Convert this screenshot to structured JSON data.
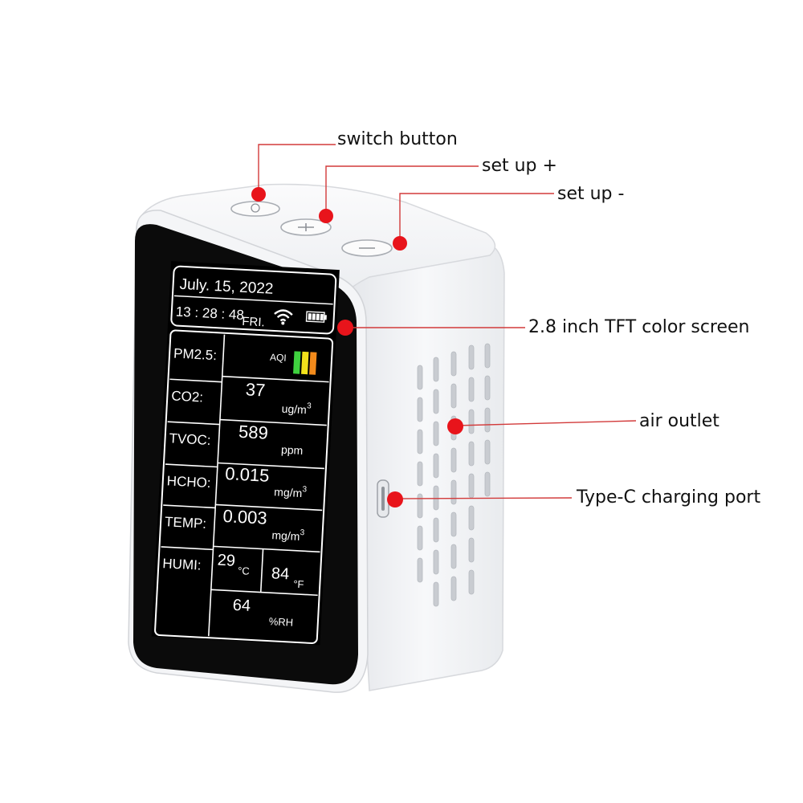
{
  "callouts": {
    "switch_button": "switch button",
    "set_up_plus": "set up  +",
    "set_up_minus": "set up -",
    "screen": "2.8 inch TFT color screen",
    "air_outlet": "air outlet",
    "type_c": "Type-C charging port"
  },
  "screen": {
    "date": "July. 15,  2022",
    "time": "13 : 28 : 48",
    "weekday": "FRI.",
    "aqi_label": "AQI",
    "rows": {
      "pm25": {
        "label": "PM2.5:",
        "value": "37",
        "unit": "ug/m",
        "unit_sup": "3"
      },
      "co2": {
        "label": "CO2:",
        "value": "589",
        "unit": "ppm"
      },
      "tvoc": {
        "label": "TVOC:",
        "value": "0.015",
        "unit": "mg/m",
        "unit_sup": "3"
      },
      "hcho": {
        "label": "HCHO:",
        "value": "0.003",
        "unit": "mg/m",
        "unit_sup": "3"
      },
      "temp": {
        "label": "TEMP:",
        "value_c": "29",
        "unit_c": "°C",
        "value_f": "84",
        "unit_f": "°F"
      },
      "humi": {
        "label": "HUMI:",
        "value": "64",
        "unit": "%RH"
      }
    },
    "aqi_colors": [
      "#3fd13f",
      "#f2e21b",
      "#f28a1b"
    ]
  },
  "colors": {
    "callout_dot": "#e8141b",
    "callout_line": "#d23a3a",
    "body": "#f2f3f5",
    "bezel": "#0b0b0b",
    "screen_bg": "#000000"
  }
}
